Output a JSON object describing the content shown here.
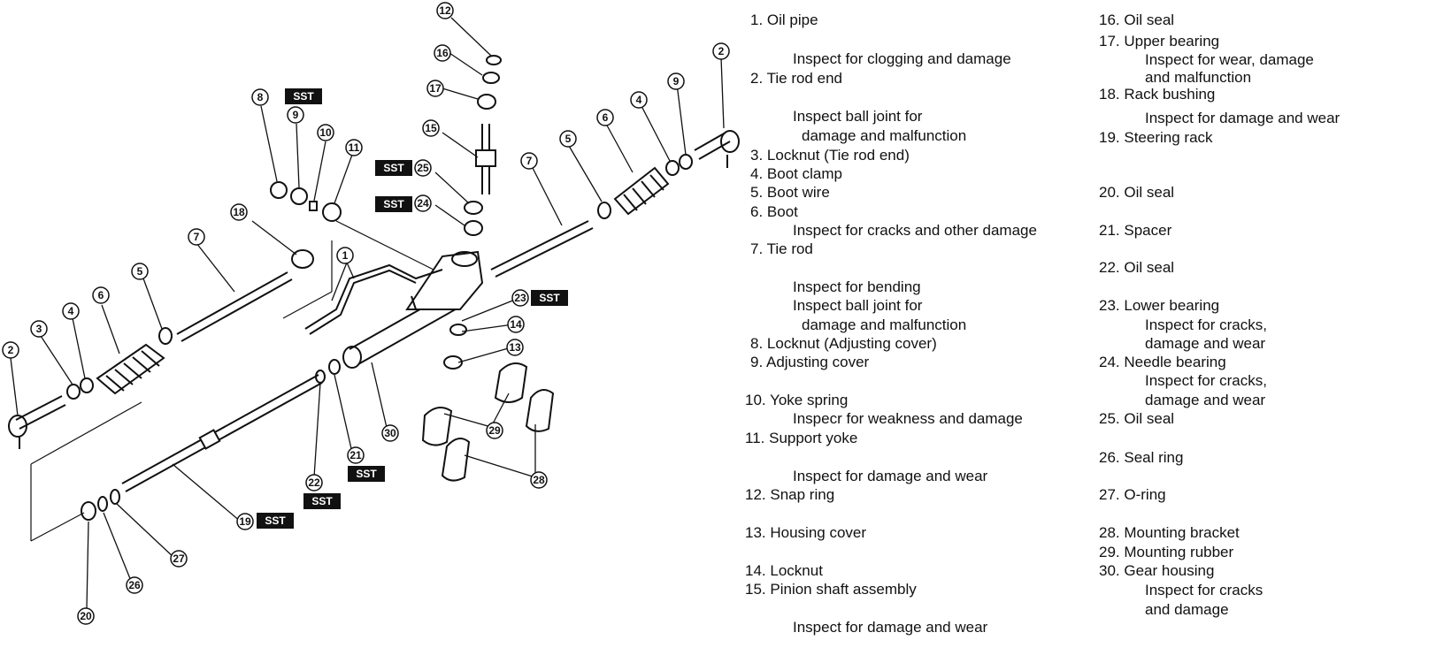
{
  "sst_label": "SST",
  "callouts": [
    "1",
    "2",
    "2",
    "3",
    "4",
    "4",
    "5",
    "5",
    "6",
    "6",
    "7",
    "7",
    "8",
    "9",
    "9",
    "10",
    "11",
    "12",
    "13",
    "14",
    "15",
    "16",
    "17",
    "18",
    "19",
    "20",
    "21",
    "22",
    "23",
    "24",
    "25",
    "26",
    "27",
    "28",
    "29",
    "30"
  ],
  "legend": {
    "items": [
      {
        "num": "1.",
        "name": "Oil pipe"
      },
      {
        "note": "Inspect for clogging and damage"
      },
      {
        "num": "2.",
        "name": "Tie rod end"
      },
      {
        "note": "Inspect ball joint for"
      },
      {
        "note": "damage and malfunction"
      },
      {
        "num": "3.",
        "name": "Locknut (Tie rod end)"
      },
      {
        "num": "4.",
        "name": "Boot clamp"
      },
      {
        "num": "5.",
        "name": "Boot wire"
      },
      {
        "num": "6.",
        "name": "Boot"
      },
      {
        "note": "Inspect for cracks and other damage"
      },
      {
        "num": "7.",
        "name": "Tie rod"
      },
      {
        "note": "Inspect for bending"
      },
      {
        "note": "Inspect ball joint for"
      },
      {
        "note": "damage and malfunction"
      },
      {
        "num": "8.",
        "name": "Locknut (Adjusting cover)"
      },
      {
        "num": "9.",
        "name": "Adjusting cover"
      },
      {
        "num": "10.",
        "name": "Yoke spring"
      },
      {
        "note": "Inspecr for weakness and damage"
      },
      {
        "num": "11.",
        "name": "Support yoke"
      },
      {
        "note": "Inspect for damage and wear"
      },
      {
        "num": "12.",
        "name": "Snap ring"
      },
      {
        "num": "13.",
        "name": "Housing cover"
      },
      {
        "num": "14.",
        "name": "Locknut"
      },
      {
        "num": "15.",
        "name": "Pinion shaft assembly"
      },
      {
        "note": "Inspect for damage and wear"
      },
      {
        "num": "16.",
        "name": "Oil seal"
      },
      {
        "num": "17.",
        "name": "Upper bearing"
      },
      {
        "note": "Inspect for wear, damage"
      },
      {
        "note": "and malfunction"
      },
      {
        "num": "18.",
        "name": "Rack bushing"
      },
      {
        "note": "Inspect for damage and wear"
      },
      {
        "num": "19.",
        "name": "Steering rack"
      },
      {
        "num": "20.",
        "name": "Oil seal"
      },
      {
        "num": "21.",
        "name": "Spacer"
      },
      {
        "num": "22.",
        "name": "Oil seal"
      },
      {
        "num": "23.",
        "name": "Lower bearing"
      },
      {
        "note": "Inspect for cracks,"
      },
      {
        "note": "damage and wear"
      },
      {
        "num": "24.",
        "name": "Needle bearing"
      },
      {
        "note": "Inspect for cracks,"
      },
      {
        "note": "damage and wear"
      },
      {
        "num": "25.",
        "name": "Oil seal"
      },
      {
        "num": "26.",
        "name": "Seal ring"
      },
      {
        "num": "27.",
        "name": "O-ring"
      },
      {
        "num": "28.",
        "name": "Mounting bracket"
      },
      {
        "num": "29.",
        "name": "Mounting rubber"
      },
      {
        "num": "30.",
        "name": "Gear housing"
      },
      {
        "note": "Inspect for cracks"
      },
      {
        "note": "and damage"
      }
    ]
  }
}
